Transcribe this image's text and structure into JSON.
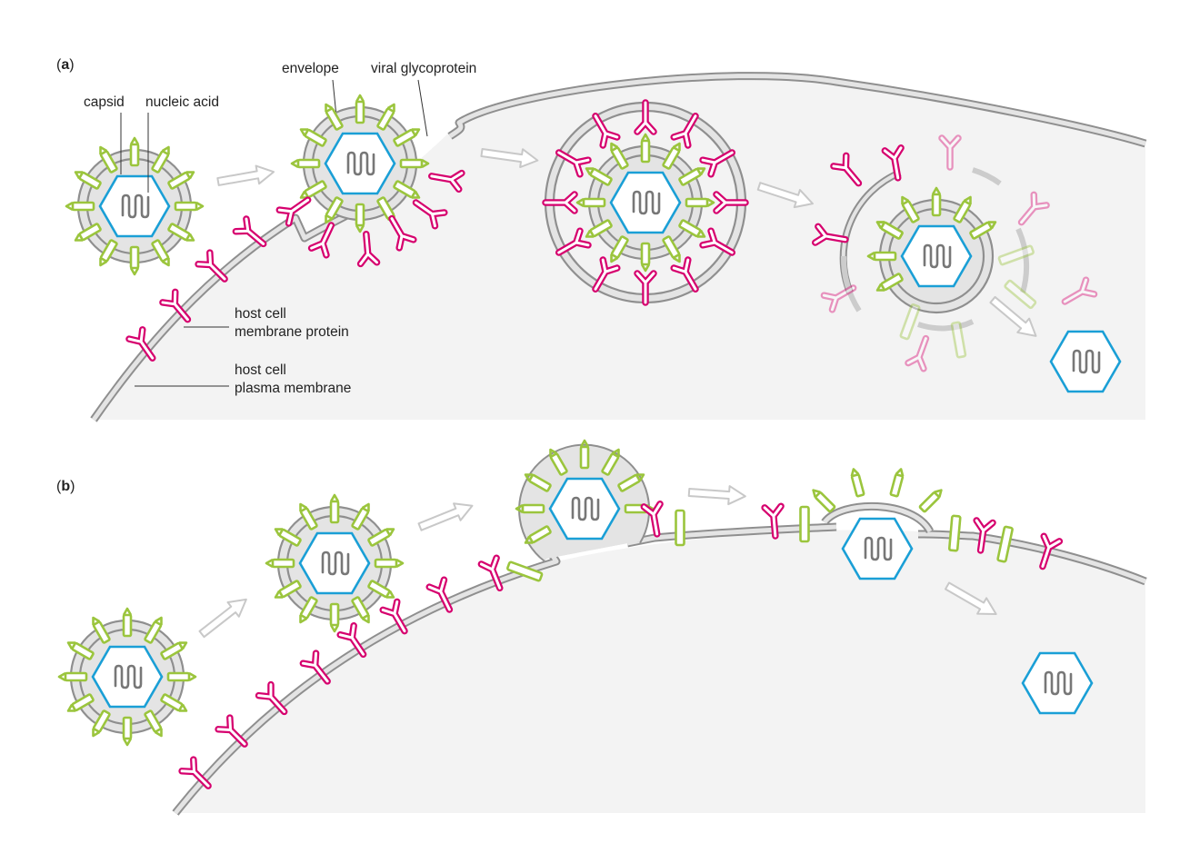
{
  "colors": {
    "glycoprotein": "#9bc53d",
    "host_protein": "#d6006e",
    "capsid": "#1a9fd6",
    "nucleic_acid": "#777777",
    "envelope_fill": "#e4e4e4",
    "envelope_stroke": "#8f8f8f",
    "cell_interior": "#f3f3f3",
    "arrow": "#c8c8c8"
  },
  "panels": [
    {
      "id": "a",
      "label_open": "(",
      "label_letter": "a",
      "label_close": ")"
    },
    {
      "id": "b",
      "label_open": "(",
      "label_letter": "b",
      "label_close": ")"
    }
  ],
  "labels": {
    "capsid": "capsid",
    "nucleic_acid": "nucleic acid",
    "envelope": "envelope",
    "viral_glycoprotein": "viral glycoprotein",
    "host_membrane_protein_line1": "host cell",
    "host_membrane_protein_line2": "membrane protein",
    "host_plasma_membrane_line1": "host cell",
    "host_plasma_membrane_line2": "plasma membrane"
  },
  "icons": [
    "virion-icon",
    "capsid-icon",
    "nucleic-acid-icon",
    "glycoprotein-spike-icon",
    "host-protein-y-icon",
    "arrow-icon"
  ]
}
